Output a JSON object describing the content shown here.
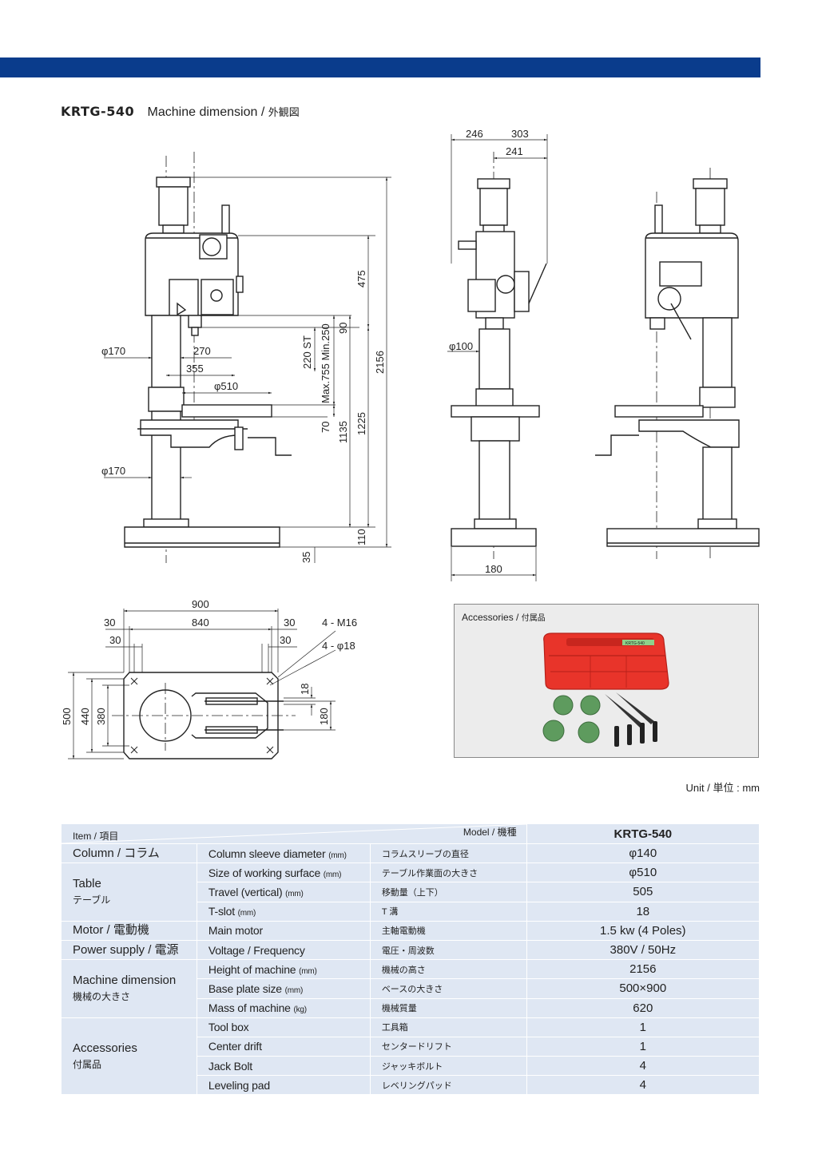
{
  "header": {
    "model": "KRTG-540",
    "subtitle": "Machine dimension /",
    "subtitle_jp": "外観図",
    "bar_color": "#0a3c8c"
  },
  "drawing": {
    "front": {
      "phi170_top": "φ170",
      "d270": "270",
      "d355": "355",
      "phi510": "φ510",
      "phi170_bottom": "φ170",
      "d475": "475",
      "d90": "90",
      "d220st": "220 ST",
      "d_minmax": "Max.755  Min.250",
      "d2156": "2156",
      "d70": "70",
      "d1135": "1135",
      "d1225": "1225",
      "d35": "35",
      "d110": "110"
    },
    "side": {
      "d246": "246",
      "d303": "303",
      "d241": "241",
      "phi100": "φ100",
      "d180": "180"
    },
    "base": {
      "d900": "900",
      "d840": "840",
      "d30a": "30",
      "d30b": "30",
      "d30c": "30",
      "d30d": "30",
      "m16": "4 - M16",
      "phi18": "4 - φ18",
      "d500": "500",
      "d440": "440",
      "d380": "380",
      "d18": "18",
      "d180": "180"
    }
  },
  "accessories_box": {
    "title": "Accessories /",
    "title_jp": "付属品",
    "toolbox_label": "KRTG-540"
  },
  "unit": "Unit / 単位 : mm",
  "table": {
    "item_header": "Item / 項目",
    "model_header": "Model / 機種",
    "model_name": "KRTG-540",
    "groups": {
      "column": "Column / コラム",
      "table_en": "Table",
      "table_jp": "テーブル",
      "motor": "Motor / 電動機",
      "power": "Power supply / 電源",
      "machine_en": "Machine dimension",
      "machine_jp": "機械の大きさ",
      "acc_en": "Accessories",
      "acc_jp": "付属品"
    },
    "rows": [
      {
        "item": "Column sleeve diameter",
        "unit": "(mm)",
        "jp": "コラムスリーブの直径",
        "value": "φ140"
      },
      {
        "item": "Size of working surface",
        "unit": "(mm)",
        "jp": "テーブル作業面の大きさ",
        "value": "φ510"
      },
      {
        "item": "Travel (vertical)",
        "unit": "(mm)",
        "jp": "移動量（上下）",
        "value": "505"
      },
      {
        "item": "T-slot",
        "unit": "(mm)",
        "jp": "T 溝",
        "value": "18"
      },
      {
        "item": "Main motor",
        "unit": "",
        "jp": "主軸電動機",
        "value": "1.5 kw (4 Poles)"
      },
      {
        "item": " Voltage  / Frequency",
        "unit": "",
        "jp": "電圧・周波数",
        "value": "380V / 50Hz"
      },
      {
        "item": "Height of machine",
        "unit": "(mm)",
        "jp": "機械の高さ",
        "value": "2156"
      },
      {
        "item": "Base plate size",
        "unit": "(mm)",
        "jp": "ベースの大きさ",
        "value": "500×900"
      },
      {
        "item": "Mass of machine",
        "unit": "(kg)",
        "jp": "機械質量",
        "value": "620"
      },
      {
        "item": "Tool box",
        "unit": "",
        "jp": "工具箱",
        "value": "1"
      },
      {
        "item": "Center drift",
        "unit": "",
        "jp": "センタードリフト",
        "value": "1"
      },
      {
        "item": "Jack Bolt",
        "unit": "",
        "jp": "ジャッキボルト",
        "value": "4"
      },
      {
        "item": "Leveling pad",
        "unit": "",
        "jp": "レベリングパッド",
        "value": "4"
      }
    ]
  }
}
